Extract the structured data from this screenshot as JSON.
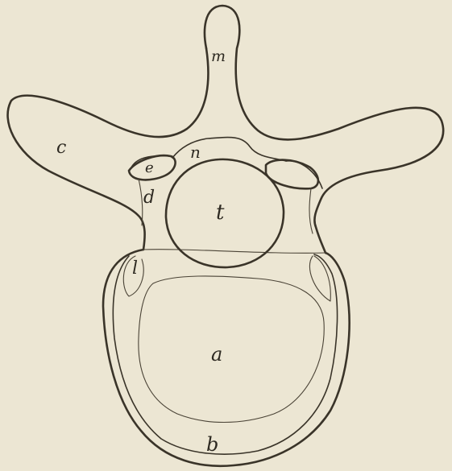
{
  "labels": {
    "m": "m",
    "c": "c",
    "n": "n",
    "e": "e",
    "d": "d",
    "t": "t",
    "l": "l",
    "a": "a",
    "b": "b"
  }
}
